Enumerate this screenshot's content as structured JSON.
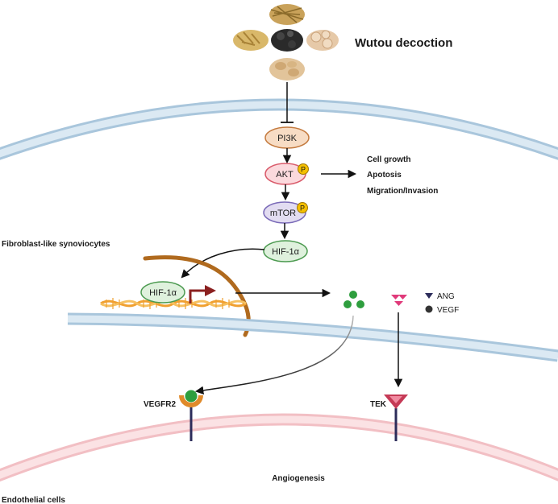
{
  "title": "Wutou decoction",
  "herbs": [
    "herb-root-slices",
    "herb-dried-roots",
    "herb-black-pieces",
    "herb-round-slices",
    "herb-tan-flakes"
  ],
  "pathway": {
    "pi3k": "PI3K",
    "akt": "AKT",
    "mtor": "mTOR",
    "hif_cyto": "HIF-1α",
    "hif_nuclear": "HIF-1α",
    "phospho": "P"
  },
  "outcomes": [
    "Cell growth",
    "Apotosis",
    "Migration/Invasion"
  ],
  "cell_labels": {
    "fibroblast": "Fibroblast-like synoviocytes",
    "endothelial": "Endothelial cells",
    "angiogenesis": "Angiogenesis"
  },
  "legend": {
    "ang": "ANG",
    "vegf": "VEGF"
  },
  "receptors": {
    "vegfr2": "VEGFR2",
    "tek": "TEK"
  },
  "colors": {
    "membrane_blue": "#c3d9e8",
    "membrane_pink": "#f6d3d6",
    "pi3k_fill": "#f7dcc4",
    "akt_fill": "#fbd9dd",
    "mtor_fill": "#e2dcf1",
    "hif_fill": "#dff1dd",
    "phospho": "#f5c000",
    "vegf_green": "#2e9e3e",
    "ang_pink": "#e03a7a",
    "dna_orange": "#f0a030",
    "nucleus": "#b06a1e",
    "promoter_arrow": "#8b2020",
    "receptor_orange": "#e08a2a"
  }
}
